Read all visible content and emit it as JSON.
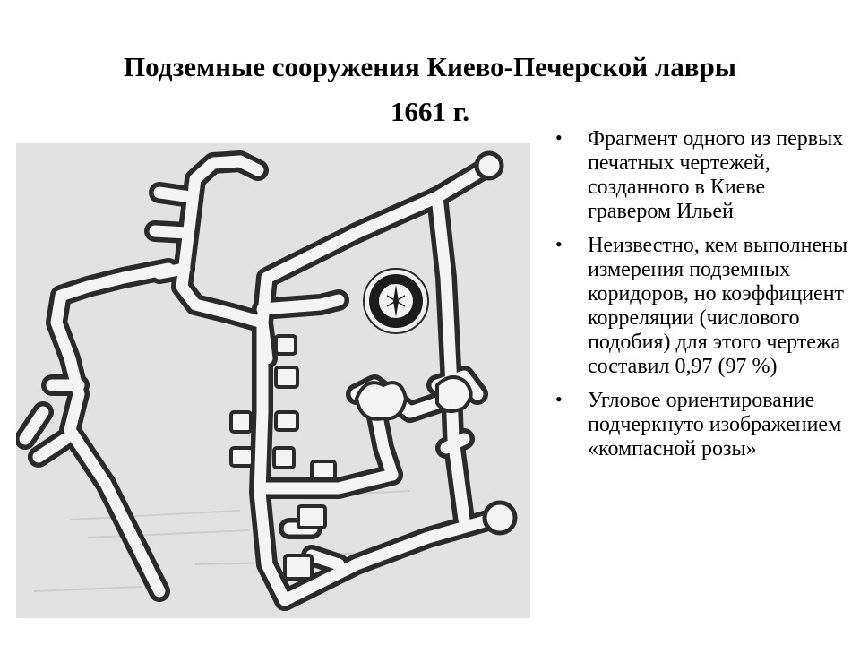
{
  "slide": {
    "title_line1": "Подземные сооружения Киево-Печерской лавры",
    "title_line2": "1661 г."
  },
  "bullets": [
    {
      "text": "Фрагмент одного из первых печатных чертежей, созданного в Киеве гравером Ильей"
    },
    {
      "text": "Неизвестно, кем выполнены измерения подземных коридоров, но коэффициент корреляции (числового подобия) для этого чертежа составил 0,97 (97 %)"
    },
    {
      "text": "Угловое ориентирование подчеркнуто изображением «компасной розы»"
    }
  ],
  "figure": {
    "description_icon": "compass-rose-icon",
    "colors": {
      "background": "#e2e2e2",
      "corridor_outline": "#2a2a2a",
      "corridor_fill": "#f4f4f4"
    }
  }
}
